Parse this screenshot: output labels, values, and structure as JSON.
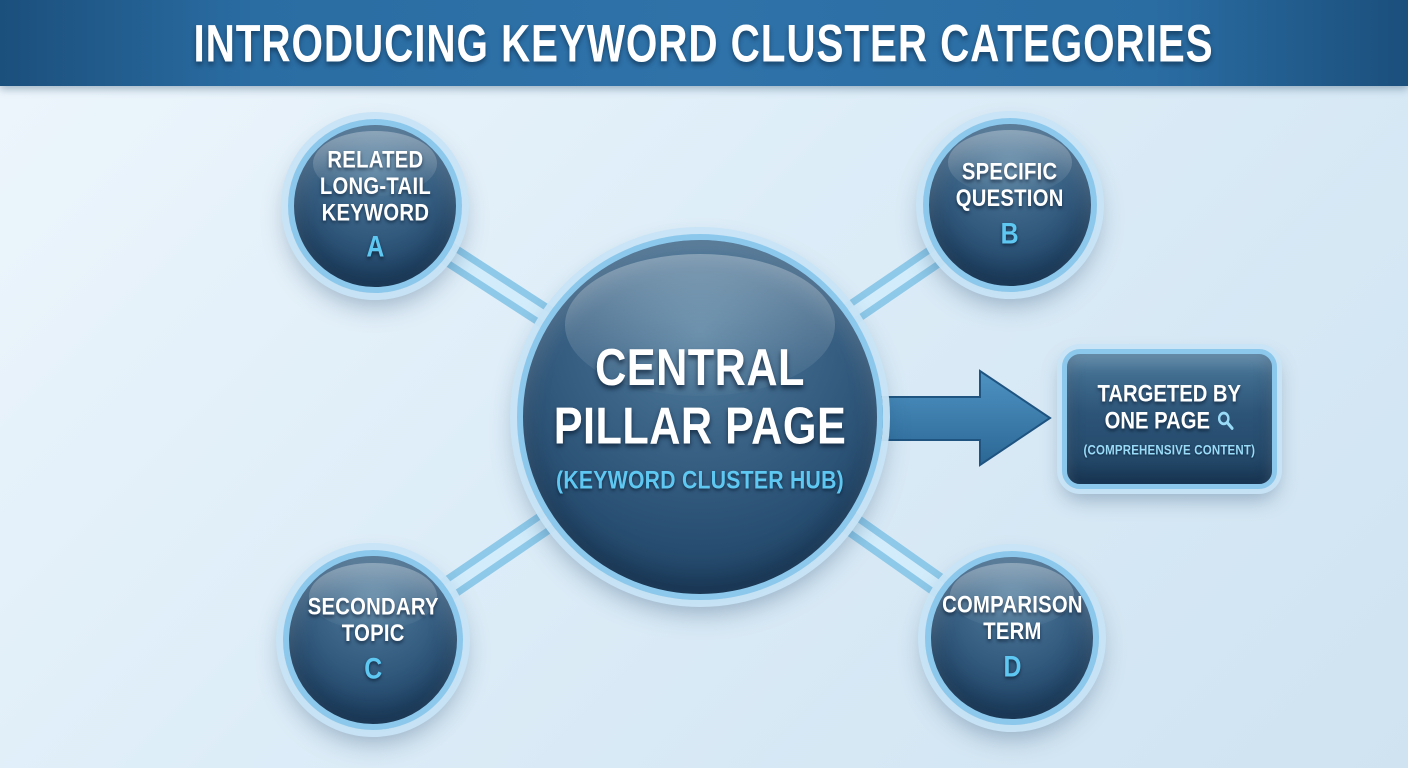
{
  "header": {
    "title": "INTRODUCING KEYWORD CLUSTER CATEGORIES"
  },
  "central_node": {
    "line1": "CENTRAL",
    "line2": "PILLAR PAGE",
    "subtitle": "(KEYWORD CLUSTER HUB)"
  },
  "nodes": {
    "a": {
      "lines": [
        "RELATED",
        "LONG-TAIL",
        "KEYWORD"
      ],
      "letter": "A"
    },
    "b": {
      "lines": [
        "SPECIFIC",
        "QUESTION"
      ],
      "letter": "B"
    },
    "c": {
      "lines": [
        "SECONDARY",
        "TOPIC"
      ],
      "letter": "C"
    },
    "d": {
      "lines": [
        "COMPARISON",
        "TERM"
      ],
      "letter": "D"
    }
  },
  "target_box": {
    "line1": "TARGETED BY",
    "line2": "ONE PAGE",
    "subtitle": "(COMPREHENSIVE CONTENT)",
    "icon": "magnifier-icon"
  },
  "colors": {
    "header_bg": "#2a6da3",
    "background": "#ddedf8",
    "node_fill": "#274e71",
    "node_border": "#8cc8ec",
    "accent_text": "#5fc8f2",
    "arrow": "#35749f",
    "connector": "#9fd2ee",
    "text_primary": "#ffffff"
  }
}
